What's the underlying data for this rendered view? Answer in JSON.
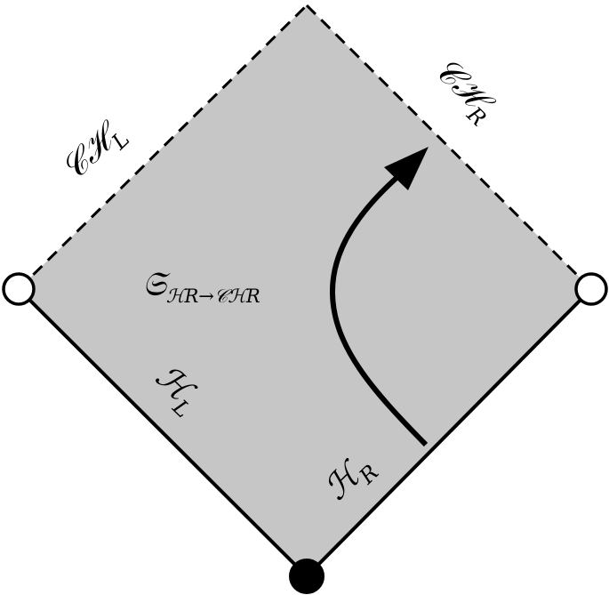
{
  "diagram": {
    "labels": {
      "ch_left": {
        "main": "𝒞ℋ",
        "sub": "L"
      },
      "ch_right": {
        "main": "𝒞ℋ",
        "sub": "R"
      },
      "h_left": {
        "main": "ℋ",
        "sub": "L"
      },
      "h_right": {
        "main": "ℋ",
        "sub": "R"
      },
      "map": {
        "main": "𝔖",
        "sub": "ℋR→𝒞ℋR"
      }
    },
    "colors": {
      "region_fill": "#c6c6c6",
      "line": "#000000",
      "open_point_fill": "#ffffff",
      "closed_point_fill": "#000000"
    },
    "styles": {
      "top_edges": "dashed",
      "bottom_edges": "solid",
      "left_point": "open-circle",
      "right_point": "open-circle",
      "bottom_point": "filled-circle"
    }
  }
}
